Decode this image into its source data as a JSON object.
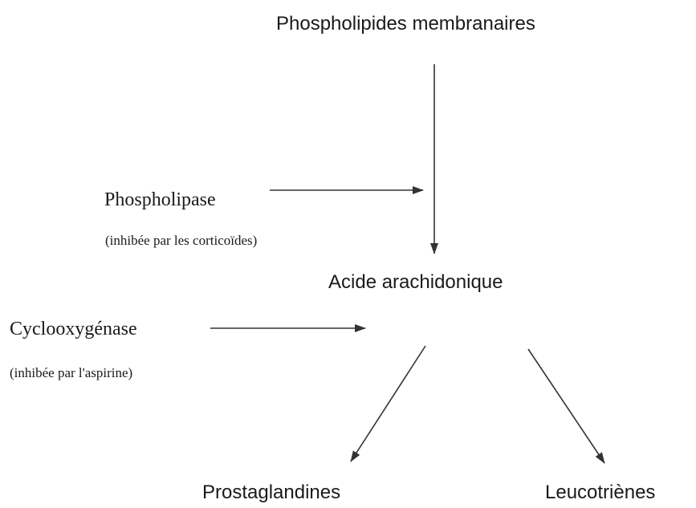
{
  "nodes": {
    "membrane": "Phospholipides membranaires",
    "arachidonic": "Acide arachidonique",
    "prostaglandins": "Prostaglandines",
    "leukotrienes": "Leucotriènes"
  },
  "enzymes": {
    "phospholipase": {
      "name": "Phospholipase",
      "note": "(inhibée par les corticoïdes)"
    },
    "cyclooxygenase": {
      "name": "Cyclooxygénase",
      "note": "(inhibée par l'aspirine)"
    }
  },
  "colors": {
    "text": "#1a1a1a",
    "arrow": "#333333",
    "background": "#ffffff"
  }
}
